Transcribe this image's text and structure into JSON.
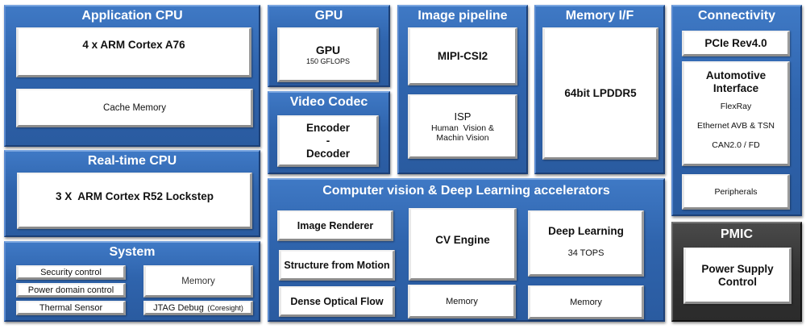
{
  "application_cpu": {
    "title": "Application CPU",
    "cores": "4 x ARM Cortex A76",
    "cache": "Cache Memory"
  },
  "realtime_cpu": {
    "title": "Real-time CPU",
    "cores": "3 X  ARM Cortex R52 Lockstep"
  },
  "system": {
    "title": "System",
    "security": "Security control",
    "power_domain": "Power domain control",
    "thermal": "Thermal Sensor",
    "memory": "Memory",
    "jtag": "JTAG Debug",
    "jtag_sub": "(Coresight)"
  },
  "gpu": {
    "title": "GPU",
    "name": "GPU",
    "perf": "150 GFLOPS"
  },
  "video_codec": {
    "title": "Video Codec",
    "encoder": "Encoder",
    "dash": "-",
    "decoder": "Decoder"
  },
  "image_pipeline": {
    "title": "Image pipeline",
    "mipi": "MIPI-CSI2",
    "isp": "ISP",
    "isp_line1": "Human  Vision &",
    "isp_line2": "Machin Vision"
  },
  "memory_if": {
    "title": "Memory I/F",
    "type": "64bit LPDDR5"
  },
  "connectivity": {
    "title": "Connectivity",
    "pcie": "PCIe Rev4.0",
    "automotive_line1": "Automotive",
    "automotive_line2": "Interface",
    "flexray": "FlexRay",
    "ethernet": "Ethernet AVB & TSN",
    "can": "CAN2.0 / FD",
    "peripherals": "Peripherals"
  },
  "cv_dl": {
    "title": "Computer vision & Deep Learning accelerators",
    "image_renderer": "Image Renderer",
    "sfm": "Structure from Motion",
    "dof": "Dense Optical Flow",
    "cv_engine": "CV Engine",
    "cv_memory": "Memory",
    "deep_learning": "Deep Learning",
    "dl_perf": "34 TOPS",
    "dl_memory": "Memory"
  },
  "pmic": {
    "title": "PMIC",
    "line1": "Power Supply",
    "line2": "Control"
  }
}
